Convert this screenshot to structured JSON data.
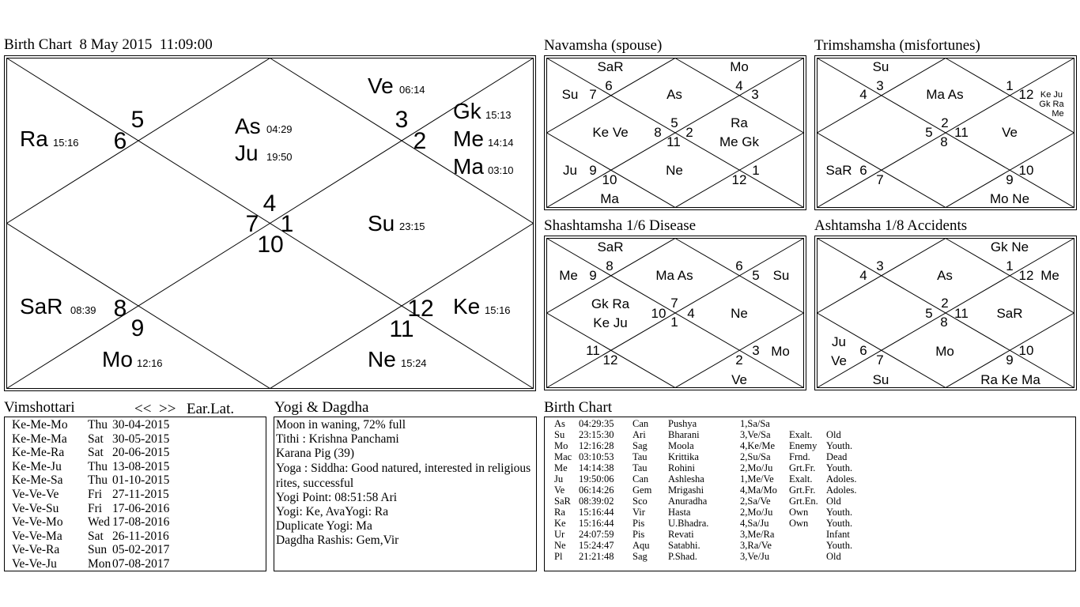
{
  "main_chart": {
    "title": "Birth Chart  8 May 2015  11:09:00",
    "houses": [
      {
        "num": "4",
        "planets": [
          {
            "n": "As",
            "t": "04:29"
          },
          {
            "n": "Ju",
            "t": "19:50"
          }
        ]
      },
      {
        "num": "3",
        "planets": [
          {
            "n": "Ve",
            "t": "06:14"
          }
        ]
      },
      {
        "num": "2",
        "planets": [
          {
            "n": "Gk",
            "t": "15:13"
          },
          {
            "n": "Me",
            "t": "14:14"
          },
          {
            "n": "Ma",
            "t": "03:10"
          }
        ]
      },
      {
        "num": "1",
        "planets": [
          {
            "n": "Su",
            "t": "23:15"
          }
        ]
      },
      {
        "num": "12",
        "planets": [
          {
            "n": "Ke",
            "t": "15:16"
          }
        ]
      },
      {
        "num": "11",
        "planets": [
          {
            "n": "Ne",
            "t": "15:24"
          }
        ]
      },
      {
        "num": "10",
        "planets": []
      },
      {
        "num": "9",
        "planets": [
          {
            "n": "Mo",
            "t": "12:16"
          }
        ]
      },
      {
        "num": "8",
        "planets": [
          {
            "n": "SaR",
            "t": "08:39"
          }
        ]
      },
      {
        "num": "7",
        "planets": []
      },
      {
        "num": "6",
        "planets": [
          {
            "n": "Ra",
            "t": "15:16"
          }
        ]
      },
      {
        "num": "5",
        "planets": []
      }
    ]
  },
  "navamsha": {
    "title": "Navamsha (spouse)",
    "houses": [
      {
        "num": "8",
        "planets": [
          "Ke Ve"
        ]
      },
      {
        "num": "6",
        "planets": [
          "SaR"
        ]
      },
      {
        "num": "7",
        "planets": [
          "Su"
        ]
      },
      {
        "num": "5",
        "planets": [
          "As"
        ]
      },
      {
        "num": "2",
        "planets": [
          "Ra",
          "Me Gk"
        ]
      },
      {
        "num": "3",
        "planets": []
      },
      {
        "num": "4",
        "planets": [
          "Mo"
        ]
      },
      {
        "num": "11",
        "planets": [
          "Ne"
        ]
      },
      {
        "num": "12",
        "planets": []
      },
      {
        "num": "1",
        "planets": []
      },
      {
        "num": "10",
        "planets": [
          "Ma"
        ]
      },
      {
        "num": "9",
        "planets": [
          "Ju"
        ]
      }
    ]
  },
  "trimshamsha": {
    "title": "Trimshamsha (misfortunes)",
    "houses": [
      {
        "num": "5",
        "planets": []
      },
      {
        "num": "3",
        "planets": [
          "Su"
        ]
      },
      {
        "num": "4",
        "planets": []
      },
      {
        "num": "2",
        "planets": [
          "Ma As"
        ]
      },
      {
        "num": "11",
        "planets": [
          "Ve"
        ]
      },
      {
        "num": "12",
        "planets": [
          "Ke Ju",
          "Gk Ra",
          "Me"
        ]
      },
      {
        "num": "1",
        "planets": []
      },
      {
        "num": "8",
        "planets": []
      },
      {
        "num": "9",
        "planets": []
      },
      {
        "num": "10",
        "planets": []
      },
      {
        "num": "7",
        "planets": []
      },
      {
        "num": "6",
        "planets": [
          "SaR"
        ]
      }
    ],
    "bottom_planets": "Mo Ne"
  },
  "shashtamsha": {
    "title": "Shashtamsha 1/6 Disease",
    "houses": [
      {
        "num": "10",
        "planets": [
          "Gk Ra",
          "Ke Ju"
        ]
      },
      {
        "num": "8",
        "planets": [
          "SaR"
        ]
      },
      {
        "num": "9",
        "planets": [
          "Me"
        ]
      },
      {
        "num": "7",
        "planets": [
          "Ma As"
        ]
      },
      {
        "num": "4",
        "planets": [
          "Ne"
        ]
      },
      {
        "num": "5",
        "planets": [
          "Su"
        ]
      },
      {
        "num": "6",
        "planets": []
      },
      {
        "num": "1",
        "planets": []
      },
      {
        "num": "2",
        "planets": [
          "Ve"
        ]
      },
      {
        "num": "3",
        "planets": [
          "Mo"
        ]
      },
      {
        "num": "12",
        "planets": []
      },
      {
        "num": "11",
        "planets": []
      }
    ]
  },
  "ashtamsha": {
    "title": "Ashtamsha 1/8 Accidents",
    "houses": [
      {
        "num": "5",
        "planets": []
      },
      {
        "num": "3",
        "planets": []
      },
      {
        "num": "4",
        "planets": []
      },
      {
        "num": "2",
        "planets": [
          "As"
        ]
      },
      {
        "num": "11",
        "planets": [
          "SaR"
        ]
      },
      {
        "num": "12",
        "planets": [
          "Me"
        ]
      },
      {
        "num": "1",
        "planets": [
          "Gk Ne"
        ]
      },
      {
        "num": "8",
        "planets": [
          "Mo"
        ]
      },
      {
        "num": "9",
        "planets": [
          "Ra Ke Ma"
        ]
      },
      {
        "num": "10",
        "planets": []
      },
      {
        "num": "7",
        "planets": [
          "Su"
        ]
      },
      {
        "num": "6",
        "planets": [
          "Ju",
          "Ve"
        ]
      }
    ]
  },
  "vimshottari": {
    "title": "Vimshottari",
    "prev": "<<",
    "next": ">>",
    "extra": "Ear.Lat.",
    "rows": [
      {
        "p": "Ke-Me-Mo",
        "d": "Thu",
        "date": "30-04-2015"
      },
      {
        "p": "Ke-Me-Ma",
        "d": "Sat",
        "date": "30-05-2015"
      },
      {
        "p": "Ke-Me-Ra",
        "d": "Sat",
        "date": "20-06-2015"
      },
      {
        "p": "Ke-Me-Ju",
        "d": "Thu",
        "date": "13-08-2015"
      },
      {
        "p": "Ke-Me-Sa",
        "d": "Thu",
        "date": "01-10-2015"
      },
      {
        "p": "Ve-Ve-Ve",
        "d": "Fri",
        "date": "27-11-2015"
      },
      {
        "p": "Ve-Ve-Su",
        "d": "Fri",
        "date": "17-06-2016"
      },
      {
        "p": "Ve-Ve-Mo",
        "d": "Wed",
        "date": "17-08-2016"
      },
      {
        "p": "Ve-Ve-Ma",
        "d": "Sat",
        "date": "26-11-2016"
      },
      {
        "p": "Ve-Ve-Ra",
        "d": "Sun",
        "date": "05-02-2017"
      },
      {
        "p": "Ve-Ve-Ju",
        "d": "Mon",
        "date": "07-08-2017"
      }
    ]
  },
  "yogi": {
    "title": "Yogi & Dagdha",
    "lines": [
      "Moon in waning, 72% full",
      "Tithi : Krishna  Panchami",
      "Karana Pig (39)",
      "Yoga : Siddha: Good natured, interested in religious rites, successful",
      "Yogi Point: 08:51:58 Ari",
      "Yogi: Ke, AvaYogi: Ra",
      "Duplicate Yogi: Ma",
      "Dagdha Rashis: Gem,Vir"
    ]
  },
  "birth_table": {
    "title": "Birth Chart",
    "rows": [
      [
        "As",
        "04:29:35",
        "Can",
        "Pushya",
        "1,Sa/Sa",
        "",
        ""
      ],
      [
        "Su",
        "23:15:30",
        "Ari",
        "Bharani",
        "3,Ve/Sa",
        "Exalt.",
        "Old"
      ],
      [
        "Mo",
        "12:16:28",
        "Sag",
        "Moola",
        "4,Ke/Me",
        "Enemy",
        "Youth."
      ],
      [
        "Mac",
        "03:10:53",
        "Tau",
        "Krittika",
        "2,Su/Sa",
        "Frnd.",
        "Dead"
      ],
      [
        "Me",
        "14:14:38",
        "Tau",
        "Rohini",
        "2,Mo/Ju",
        "Grt.Fr.",
        "Youth."
      ],
      [
        "Ju",
        "19:50:06",
        "Can",
        "Ashlesha",
        "1,Me/Ve",
        "Exalt.",
        "Adoles."
      ],
      [
        "Ve",
        "06:14:26",
        "Gem",
        "Mrigashi",
        "4,Ma/Mo",
        "Grt.Fr.",
        "Adoles."
      ],
      [
        "SaR",
        "08:39:02",
        "Sco",
        "Anuradha",
        "2,Sa/Ve",
        "Grt.En.",
        "Old"
      ],
      [
        "Ra",
        "15:16:44",
        "Vir",
        "Hasta",
        "2,Mo/Ju",
        "Own",
        "Youth."
      ],
      [
        "Ke",
        "15:16:44",
        "Pis",
        "U.Bhadra.",
        "4,Sa/Ju",
        "Own",
        "Youth."
      ],
      [
        "Ur",
        "24:07:59",
        "Pis",
        "Revati",
        "3,Me/Ra",
        "",
        "Infant"
      ],
      [
        "Ne",
        "15:24:47",
        "Aqu",
        "Satabhi.",
        "3,Ra/Ve",
        "",
        "Youth."
      ],
      [
        "Pl",
        "21:21:48",
        "Sag",
        "P.Shad.",
        "3,Ve/Ju",
        "",
        "Old"
      ]
    ]
  }
}
